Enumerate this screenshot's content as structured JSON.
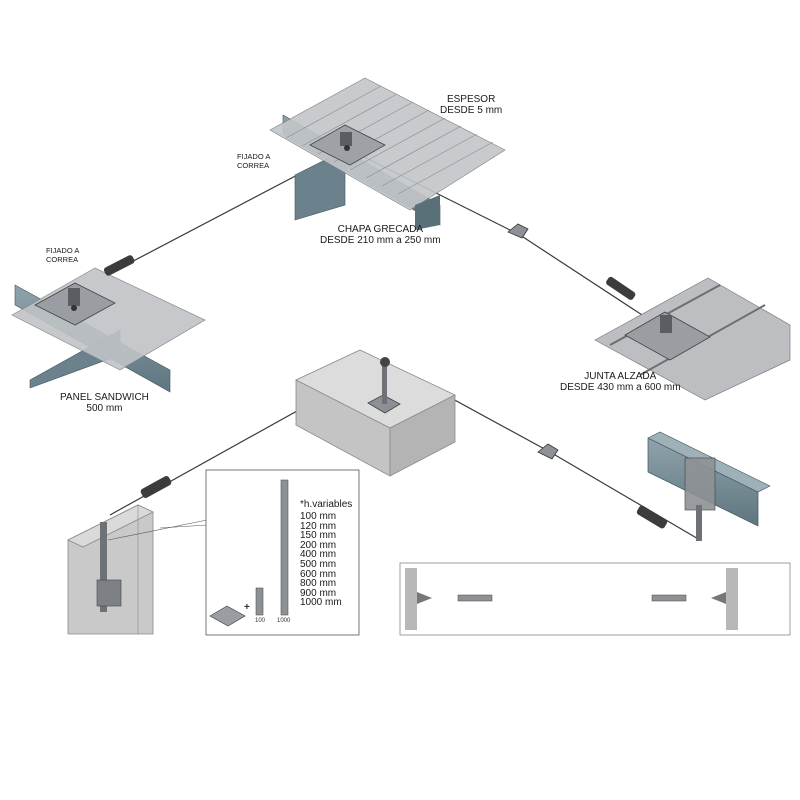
{
  "labels": {
    "espesor": [
      "ESPESOR",
      "DESDE 5 mm"
    ],
    "fijado_top": [
      "FIJADO A",
      "CORREA"
    ],
    "fijado_left": [
      "FIJADO A",
      "CORREA"
    ],
    "chapa": [
      "CHAPA GRECADA",
      "DESDE 210 mm a 250 mm"
    ],
    "panel": [
      "PANEL SANDWICH",
      "500 mm"
    ],
    "junta": [
      "JUNTA ALZADA",
      "DESDE 430 mm a 600 mm"
    ]
  },
  "post_heights": {
    "title": "*h.variables",
    "values": [
      "100 mm",
      "120 mm",
      "150 mm",
      "200 mm",
      "400 mm",
      "500 mm",
      "600 mm",
      "800 mm",
      "900 mm",
      "1000 mm"
    ],
    "short_post_label": "100",
    "long_post_label": "1000",
    "plus": "+"
  },
  "colors": {
    "steel_blue": "#6f8791",
    "sheet_gray": "#b9bcbf",
    "concrete": "#c9c9c9",
    "cable": "#3a3a3a"
  }
}
